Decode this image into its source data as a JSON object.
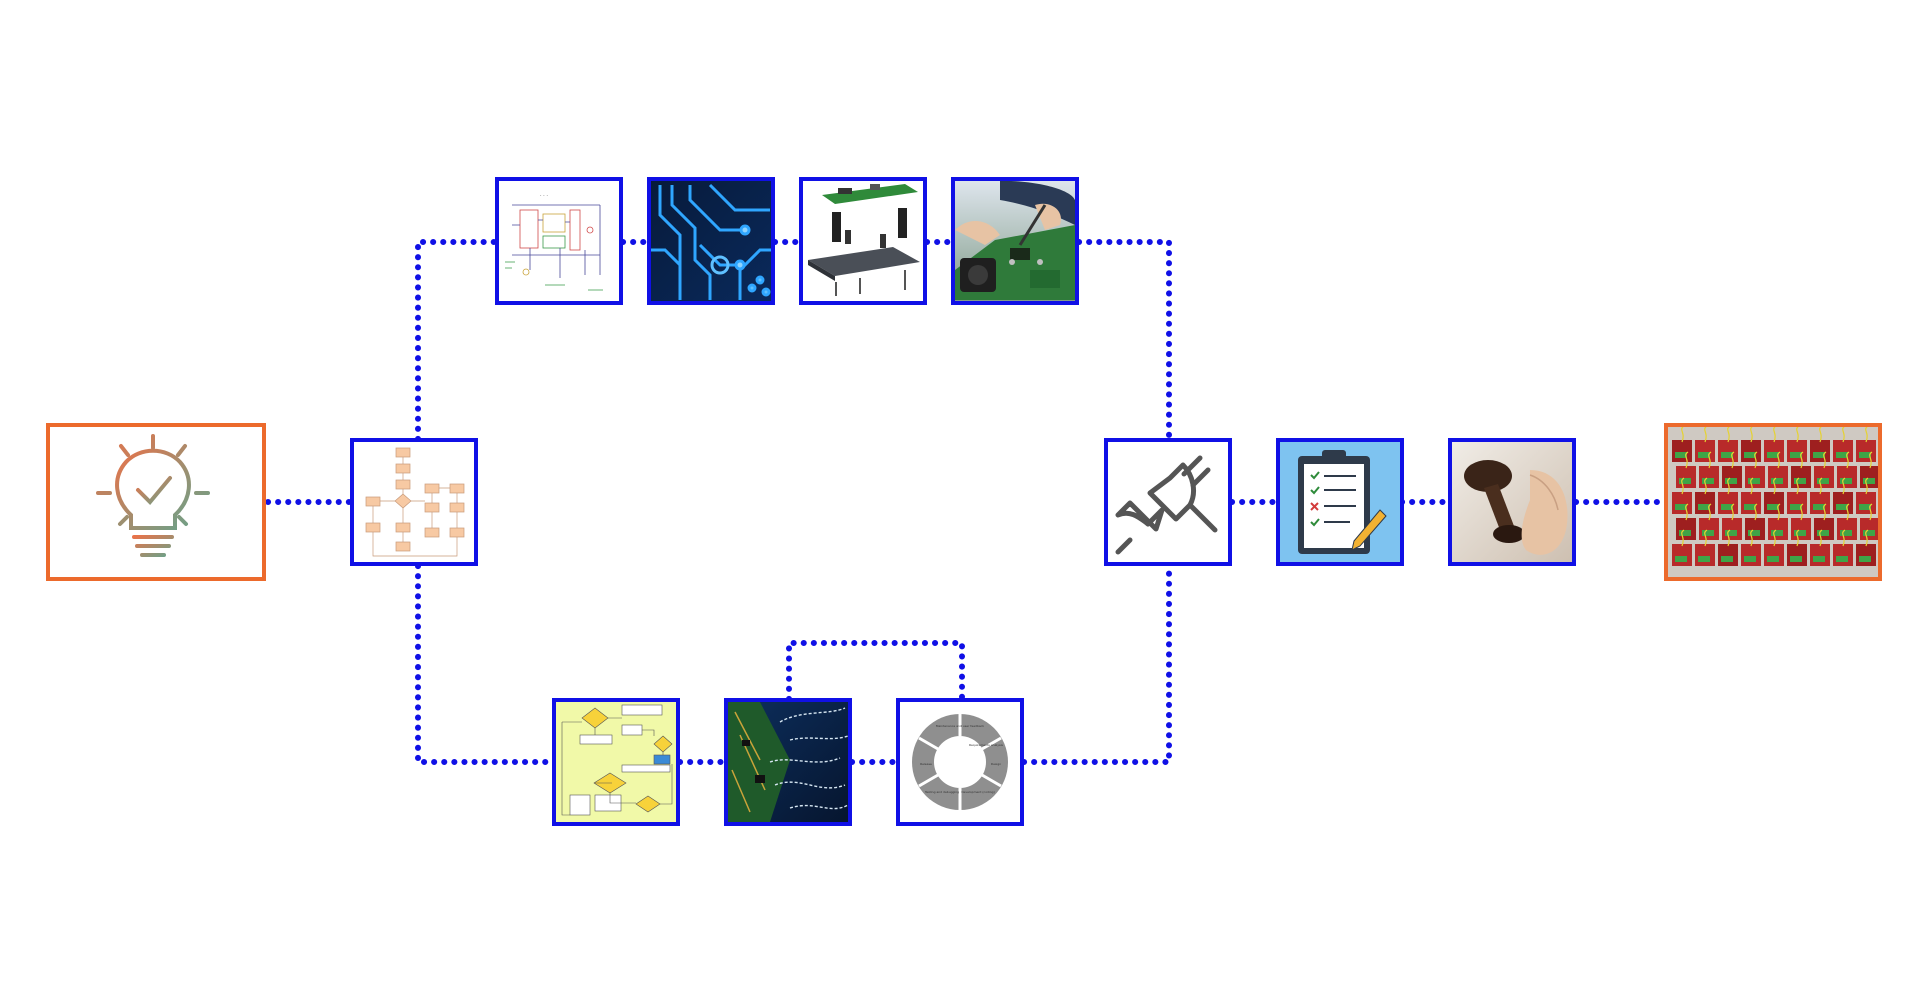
{
  "diagram": {
    "description_free": true,
    "colors": {
      "connector": "#1010e6",
      "node_border": "#1010e6",
      "endpoint_border": "#ec6a2c",
      "background": "#ffffff"
    },
    "nodes": [
      {
        "id": "idea",
        "icon": "lightbulb-check-icon",
        "border": "orange"
      },
      {
        "id": "flowchart",
        "icon": "flowchart-icon",
        "border": "blue"
      },
      {
        "id": "schematic",
        "icon": "circuit-schematic-icon",
        "border": "blue"
      },
      {
        "id": "pcb-layout",
        "icon": "pcb-traces-icon",
        "border": "blue"
      },
      {
        "id": "enclosure-assembly",
        "icon": "pcb-assembly-icon",
        "border": "blue"
      },
      {
        "id": "soldering",
        "icon": "soldering-photo-icon",
        "border": "blue"
      },
      {
        "id": "firmware-flowchart",
        "icon": "firmware-flowchart-icon",
        "border": "blue"
      },
      {
        "id": "firmware-code",
        "icon": "code-on-board-icon",
        "border": "blue"
      },
      {
        "id": "dev-cycle",
        "icon": "development-cycle-icon",
        "border": "blue"
      },
      {
        "id": "integration",
        "icon": "plug-socket-icon",
        "border": "blue"
      },
      {
        "id": "checklist",
        "icon": "clipboard-checklist-icon",
        "border": "blue"
      },
      {
        "id": "approval-stamp",
        "icon": "rubber-stamp-icon",
        "border": "blue"
      },
      {
        "id": "production",
        "icon": "production-boards-icon",
        "border": "orange"
      }
    ],
    "dev_cycle_labels": [
      "Requirements analysis",
      "Design",
      "Development (coding)",
      "Testing and debugging",
      "Release",
      "Maintenance and user feedback"
    ]
  }
}
